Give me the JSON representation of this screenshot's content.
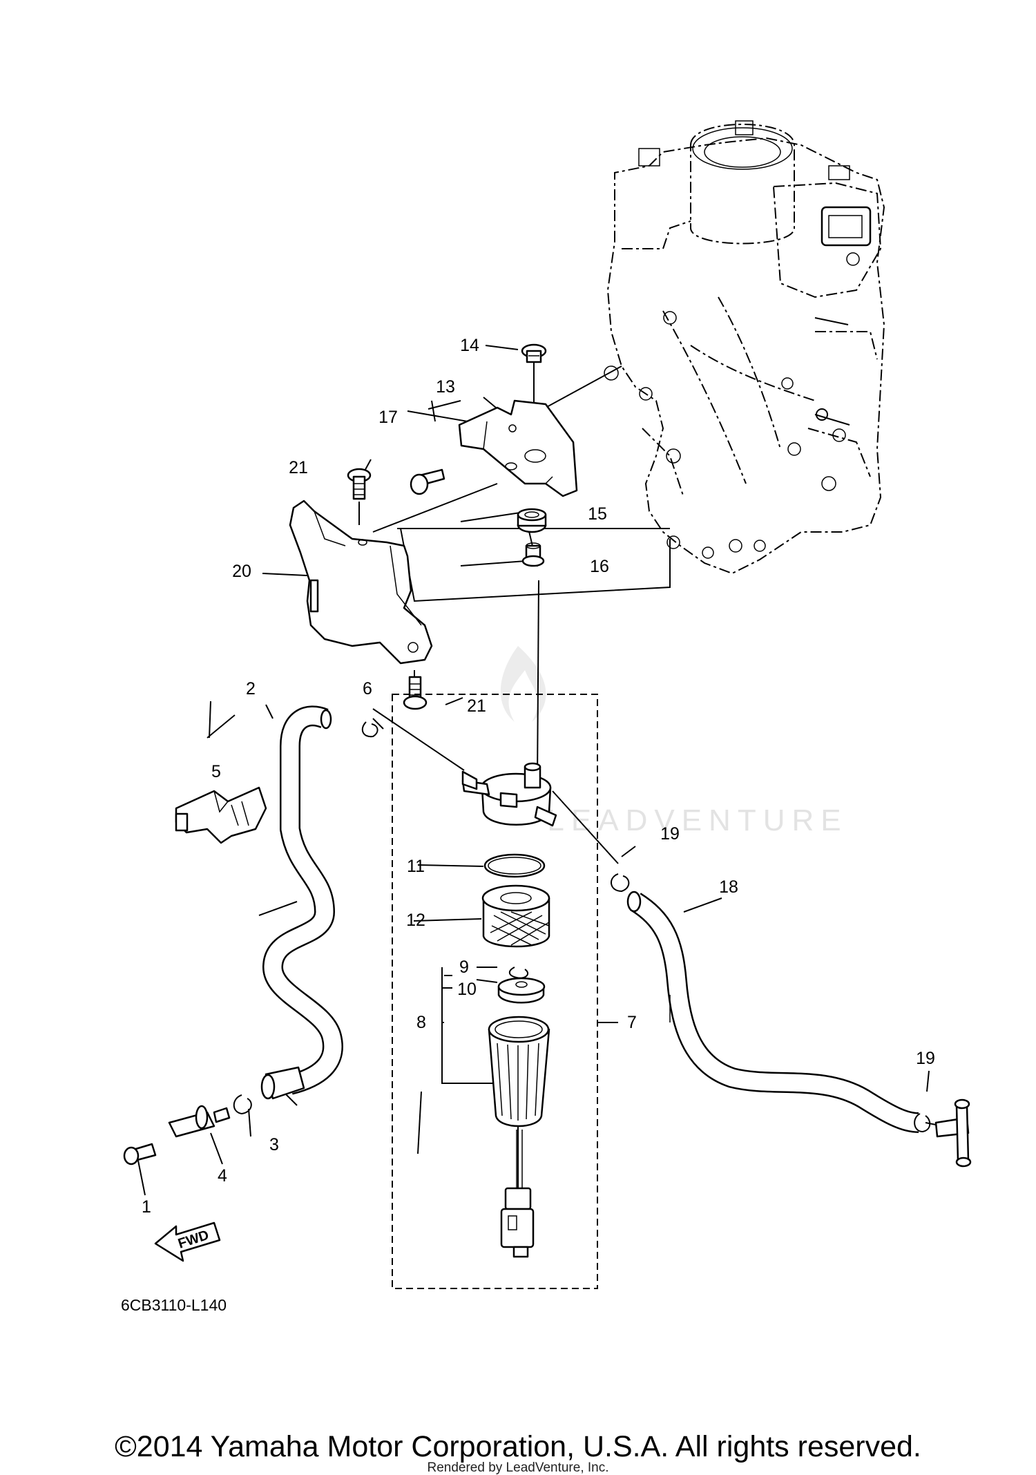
{
  "callouts": {
    "c1": "1",
    "c2": "2",
    "c3": "3",
    "c4": "4",
    "c5": "5",
    "c6": "6",
    "c7": "7",
    "c8": "8",
    "c9": "9",
    "c10": "10",
    "c11": "11",
    "c12": "12",
    "c13": "13",
    "c14": "14",
    "c15": "15",
    "c16": "16",
    "c17": "17",
    "c18": "18",
    "c19a": "19",
    "c19b": "19",
    "c20": "20",
    "c21a": "21",
    "c21b": "21"
  },
  "diagram_code": "6CB3110-L140",
  "fwd_label": "FWD",
  "watermark": "LEADVENTURE",
  "copyright": "©2014 Yamaha Motor Corporation, U.S.A. All rights reserved.",
  "rendered_by": "Rendered by LeadVenture, Inc."
}
